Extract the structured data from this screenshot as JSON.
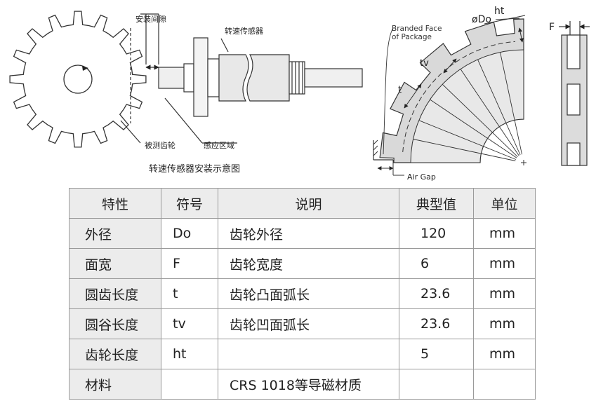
{
  "diagram": {
    "label_gap": "安装间隙",
    "label_sensor": "转速传感器",
    "label_gear": "被测齿轮",
    "label_zone": "感应区域",
    "caption": "转速传感器安装示意图",
    "label_branded_1": "Branded Face",
    "label_branded_2": "of Package",
    "label_do": "øDo",
    "label_ht": "ht",
    "label_t": "t",
    "label_tv": "tv",
    "label_f": "F",
    "label_air_gap": "Air Gap"
  },
  "table": {
    "headers": [
      "特性",
      "符号",
      "说明",
      "典型值",
      "单位"
    ],
    "rows": [
      [
        "外径",
        "Do",
        "齿轮外径",
        "120",
        "mm"
      ],
      [
        "面宽",
        "F",
        "齿轮宽度",
        "6",
        "mm"
      ],
      [
        "圆齿长度",
        "t",
        "齿轮凸面弧长",
        "23.6",
        "mm"
      ],
      [
        "圆谷长度",
        "tv",
        "齿轮凹面弧长",
        "23.6",
        "mm"
      ],
      [
        "齿轮长度",
        "ht",
        "",
        "5",
        "mm"
      ],
      [
        "材料",
        "",
        "CRS 1018等导磁材质",
        "",
        ""
      ]
    ]
  }
}
